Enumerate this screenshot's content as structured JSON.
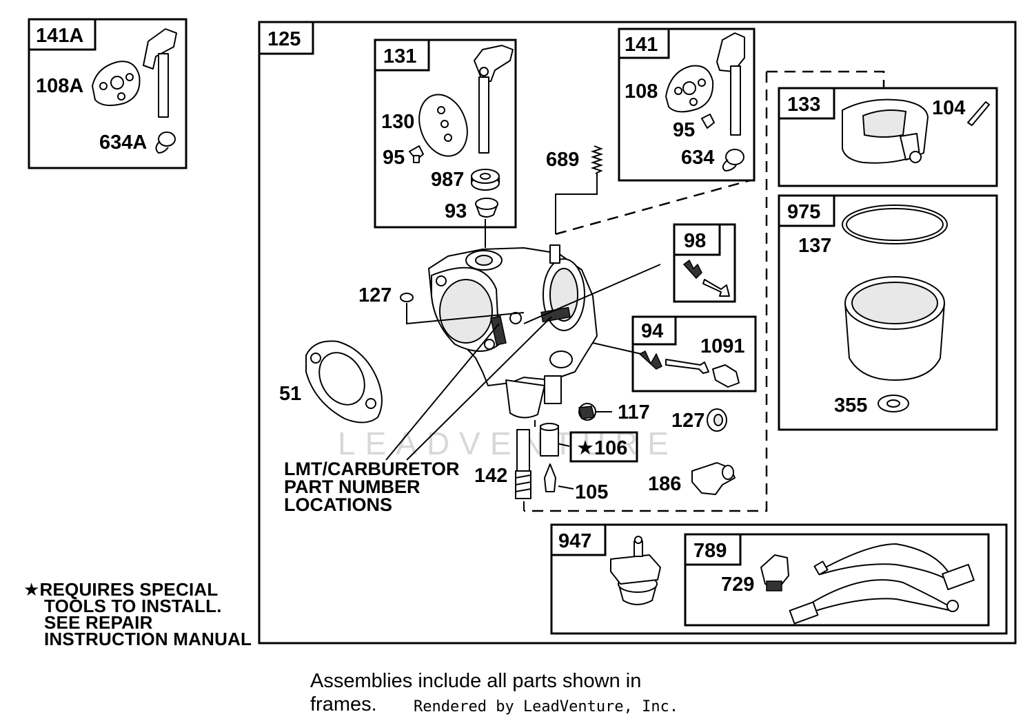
{
  "frames": {
    "f141A": "141A",
    "f125": "125",
    "f131": "131",
    "f141": "141",
    "f133": "133",
    "f975": "975",
    "f98": "98",
    "f94": "94",
    "f106": "★106",
    "f947": "947",
    "f789": "789"
  },
  "labels": {
    "l108A": "108A",
    "l634A": "634A",
    "l130": "130",
    "l95a": "95",
    "l987": "987",
    "l93": "93",
    "l689": "689",
    "l108": "108",
    "l95b": "95",
    "l634": "634",
    "l104": "104",
    "l137": "137",
    "l355": "355",
    "l127a": "127",
    "l1091": "1091",
    "l51": "51",
    "l117": "117",
    "l127b": "127",
    "l142": "142",
    "l105": "105",
    "l186": "186",
    "l729": "729"
  },
  "lmt_note": {
    "line1": "LMT/CARBURETOR",
    "line2": "PART NUMBER",
    "line3": "LOCATIONS"
  },
  "special_note": {
    "star": "★",
    "line1": "REQUIRES SPECIAL",
    "line2": "TOOLS TO INSTALL.",
    "line3": "SEE REPAIR",
    "line4": "INSTRUCTION MANUAL"
  },
  "caption": {
    "line1": "Assemblies include all parts shown in",
    "line2": "frames."
  },
  "rendered_by": "Rendered by LeadVenture, Inc.",
  "watermark": "LEADVENTURE"
}
